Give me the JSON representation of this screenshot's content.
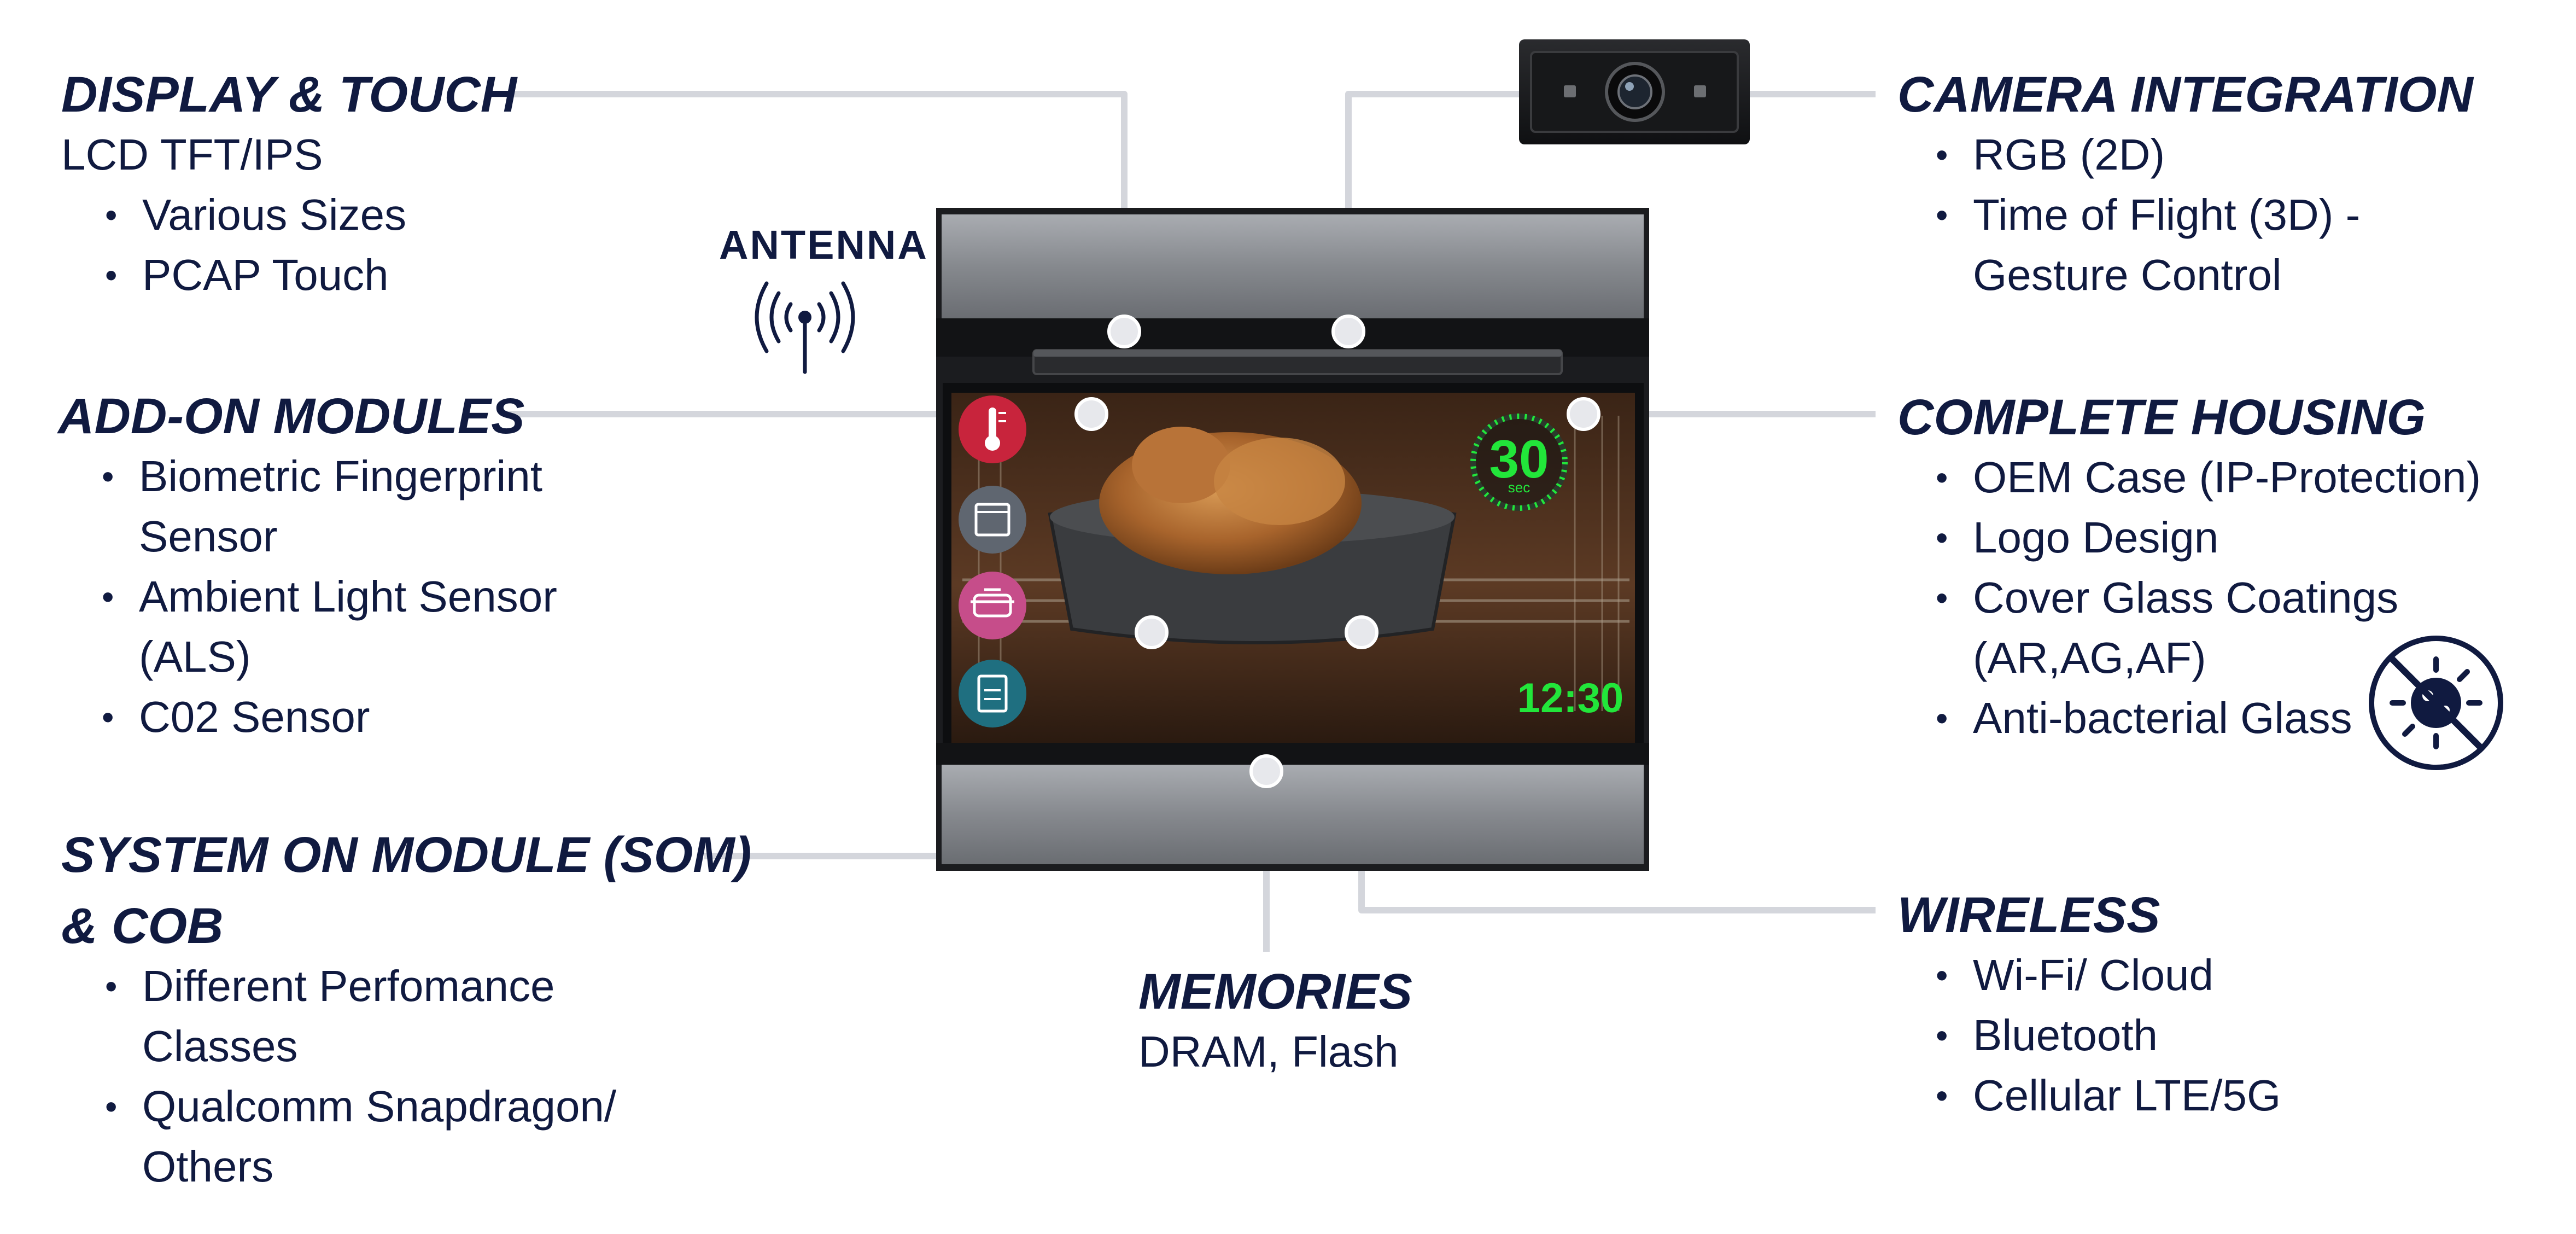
{
  "blocks": {
    "display": {
      "heading": "DISPLAY & TOUCH",
      "subtitle": "LCD TFT/IPS",
      "items": [
        "Various Sizes",
        "PCAP Touch"
      ]
    },
    "addon": {
      "heading": "ADD-ON MODULES",
      "items": [
        "Biometric Fingerprint\nSensor",
        "Ambient Light Sensor\n(ALS)",
        "C02 Sensor"
      ]
    },
    "som": {
      "heading_line1": "SYSTEM ON MODULE (SOM)",
      "heading_line2": "& COB",
      "items": [
        "Different Perfomance\nClasses",
        "Qualcomm Snapdragon/\nOthers"
      ]
    },
    "memories": {
      "heading": "MEMORIES",
      "subtitle": "DRAM, Flash"
    },
    "camera": {
      "heading": "CAMERA INTEGRATION",
      "items": [
        "RGB (2D)",
        "Time of Flight (3D) -\nGesture Control"
      ]
    },
    "housing": {
      "heading": "COMPLETE HOUSING",
      "items": [
        "OEM Case (IP-Protection)",
        "Logo Design",
        "Cover Glass Coatings\n(AR,AG,AF)",
        "Anti-bacterial Glass"
      ]
    },
    "wireless": {
      "heading": "WIRELESS",
      "items": [
        "Wi-Fi/ Cloud",
        "Bluetooth",
        "Cellular LTE/5G"
      ]
    }
  },
  "antenna": {
    "label": "ANTENNA"
  },
  "oven_screen": {
    "timer_value": "30",
    "timer_unit": "sec",
    "clock": "12:30",
    "side_icons": [
      "thermometer-icon",
      "oven-icon",
      "pot-icon",
      "recipe-book-icon"
    ]
  },
  "colors": {
    "text": "#101a40",
    "connector": "#d4d6dc",
    "timer_green": "#22e63a",
    "icon_red": "#c8243c",
    "icon_pink": "#c64d8a",
    "icon_gray": "#5f6670",
    "icon_teal": "#1f6f80",
    "oven_steel": "#8a8d91",
    "oven_frame": "#1b1c1f"
  }
}
